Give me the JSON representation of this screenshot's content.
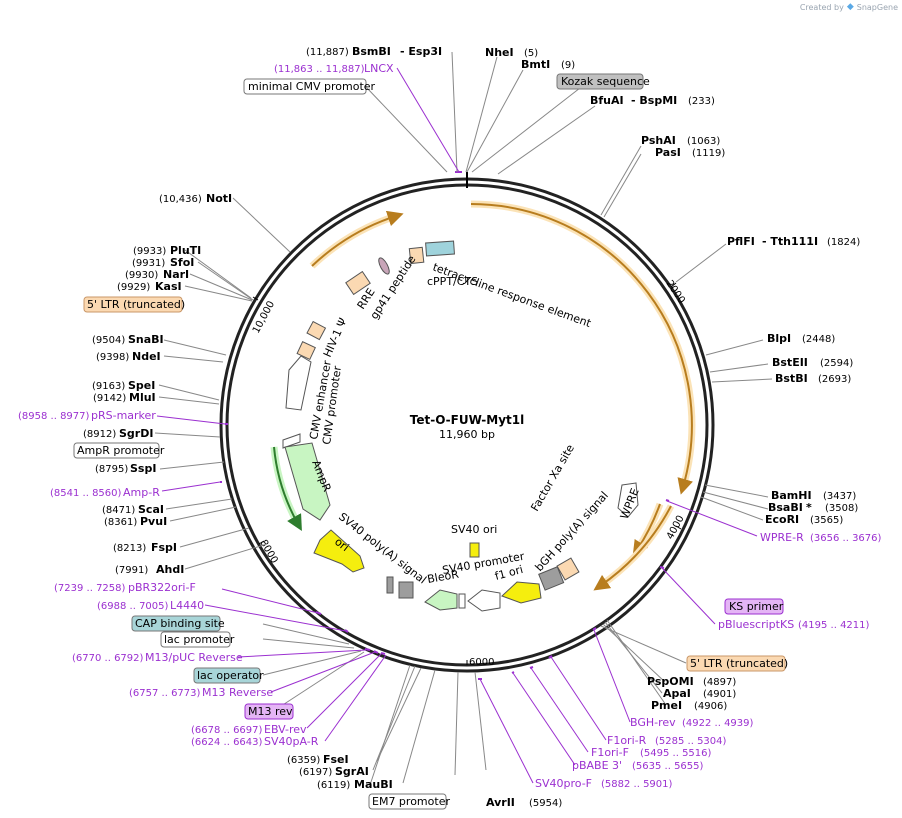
{
  "credit": {
    "prefix": "Created by",
    "brand": "SnapGene",
    "brand_icon": "snapgene-logo-icon"
  },
  "plasmid": {
    "name": "Tet-O-FUW-Myt1l",
    "size": "11,960 bp"
  },
  "ticks": [
    "2000",
    "4000",
    "6000",
    "8000",
    "10,000"
  ],
  "enzymes": [
    {
      "name": "BsmBI",
      "extra": "- Esp3I",
      "pos": "(11,887)"
    },
    {
      "name": "NheI",
      "pos": "(5)"
    },
    {
      "name": "BmtI",
      "pos": "(9)"
    },
    {
      "name": "BfuAI",
      "extra": "- BspMI",
      "pos": "(233)"
    },
    {
      "name": "PshAI",
      "pos": "(1063)"
    },
    {
      "name": "PasI",
      "pos": "(1119)"
    },
    {
      "name": "PflFI",
      "extra": "- Tth111I",
      "pos": "(1824)"
    },
    {
      "name": "BlpI",
      "pos": "(2448)"
    },
    {
      "name": "BstEII",
      "pos": "(2594)"
    },
    {
      "name": "BstBI",
      "pos": "(2693)"
    },
    {
      "name": "BamHI",
      "pos": "(3437)"
    },
    {
      "name": "BsaBI",
      "extra": "*",
      "pos": "(3508)"
    },
    {
      "name": "EcoRI",
      "pos": "(3565)"
    },
    {
      "name": "PspOMI",
      "pos": "(4897)"
    },
    {
      "name": "ApaI",
      "pos": "(4901)"
    },
    {
      "name": "PmeI",
      "pos": "(4906)"
    },
    {
      "name": "AvrII",
      "pos": "(5954)"
    },
    {
      "name": "MauBI",
      "pos": "(6119)"
    },
    {
      "name": "SgrAI",
      "pos": "(6197)"
    },
    {
      "name": "FseI",
      "pos": "(6359)"
    },
    {
      "name": "AhdI",
      "pos": "(7991)"
    },
    {
      "name": "FspI",
      "pos": "(8213)"
    },
    {
      "name": "PvuI",
      "pos": "(8361)"
    },
    {
      "name": "ScaI",
      "pos": "(8471)"
    },
    {
      "name": "SspI",
      "pos": "(8795)"
    },
    {
      "name": "SgrDI",
      "pos": "(8912)"
    },
    {
      "name": "MluI",
      "pos": "(9142)"
    },
    {
      "name": "SpeI",
      "pos": "(9163)"
    },
    {
      "name": "NdeI",
      "pos": "(9398)"
    },
    {
      "name": "SnaBI",
      "pos": "(9504)"
    },
    {
      "name": "KasI",
      "pos": "(9929)"
    },
    {
      "name": "NarI",
      "pos": "(9930)"
    },
    {
      "name": "SfoI",
      "pos": "(9931)"
    },
    {
      "name": "PluTI",
      "pos": "(9933)"
    },
    {
      "name": "NotI",
      "pos": "(10,436)"
    }
  ],
  "primers": [
    {
      "name": "LNCX",
      "range": "(11,863 .. 11,887)"
    },
    {
      "name": "pRS-marker",
      "range": "(8958 .. 8977)"
    },
    {
      "name": "Amp-R",
      "range": "(8541 .. 8560)"
    },
    {
      "name": "pBR322ori-F",
      "range": "(7239 .. 7258)"
    },
    {
      "name": "L4440",
      "range": "(6988 .. 7005)"
    },
    {
      "name": "M13/pUC Reverse",
      "range": "(6770 .. 6792)"
    },
    {
      "name": "M13 Reverse",
      "range": "(6757 .. 6773)"
    },
    {
      "name": "EBV-rev",
      "range": "(6678 .. 6697)"
    },
    {
      "name": "SV40pA-R",
      "range": "(6624 .. 6643)"
    },
    {
      "name": "WPRE-R",
      "range": "(3656 .. 3676)"
    },
    {
      "name": "pBluescriptKS",
      "range": "(4195 .. 4211)"
    },
    {
      "name": "BGH-rev",
      "range": "(4922 .. 4939)"
    },
    {
      "name": "F1ori-R",
      "range": "(5285 .. 5304)"
    },
    {
      "name": "F1ori-F",
      "range": "(5495 .. 5516)"
    },
    {
      "name": "pBABE 3'",
      "range": "(5635 .. 5655)"
    },
    {
      "name": "SV40pro-F",
      "range": "(5882 .. 5901)"
    }
  ],
  "boxed_features": [
    {
      "name": "minimal CMV promoter",
      "style": "white"
    },
    {
      "name": "Kozak sequence",
      "style": "gray"
    },
    {
      "name": "5' LTR (truncated)",
      "style": "tan"
    },
    {
      "name": "AmpR promoter",
      "style": "white"
    },
    {
      "name": "CAP binding site",
      "style": "teal"
    },
    {
      "name": "lac promoter",
      "style": "white"
    },
    {
      "name": "lac operator",
      "style": "teal"
    },
    {
      "name": "M13 rev",
      "style": "purple"
    },
    {
      "name": "KS primer",
      "style": "purple"
    },
    {
      "name": "5' LTR (truncated)",
      "style": "tan"
    },
    {
      "name": "EM7 promoter",
      "style": "white"
    }
  ],
  "inner_features": [
    "tetracycline response element",
    "cPPT/CTS",
    "RRE",
    "gp41 peptide",
    "HIV-1 Ψ",
    "CMV enhancer",
    "CMV promoter",
    "AmpR",
    "ori",
    "SV40 poly(A) signal",
    "BleoR",
    "SV40 promoter",
    "f1 ori",
    "bGH poly(A) signal",
    "WPRE",
    "Factor Xa site",
    "SV40 ori"
  ],
  "colors": {
    "primer": "#9b30d0",
    "orf": "#e9a23b",
    "ori": "#f5ee0e",
    "ampr": "#c8f5c2",
    "promoter": "#ffffff",
    "ltr": "#fbd9b2",
    "gray_feature": "#9d9d9d",
    "teal_box": "#a8d5d8",
    "purple_box": "#e4b5f5"
  }
}
